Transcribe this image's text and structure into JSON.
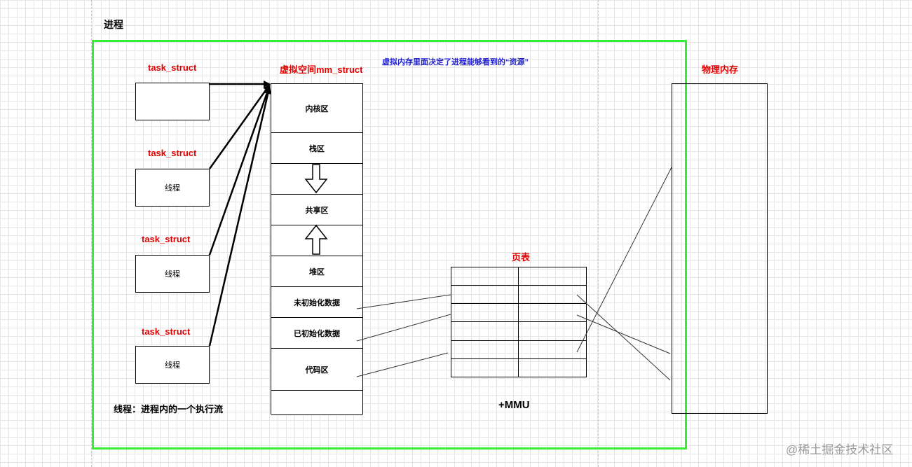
{
  "title": "进程",
  "thread_note": "线程：进程内的一个执行流",
  "task_labels": [
    "task_struct",
    "task_struct",
    "task_struct",
    "task_struct"
  ],
  "thread_boxes": [
    "",
    "线程",
    "线程",
    "线程"
  ],
  "mm_title": "虚拟空间mm_struct",
  "mm_note": "虚拟内存里面决定了进程能够看到的“资源”",
  "mm_segments": [
    "内核区",
    "栈区",
    "",
    "共享区",
    "",
    "堆区",
    "未初始化数据",
    "已初始化数据",
    "代码区",
    ""
  ],
  "page_table_label": "页表",
  "mmu_label": "+MMU",
  "physical_label": "物理内存",
  "watermark": "@稀土掘金技术社区",
  "colors": {
    "frame": "#33ee33",
    "label_red": "#e00000",
    "note_blue": "#2222cc"
  }
}
